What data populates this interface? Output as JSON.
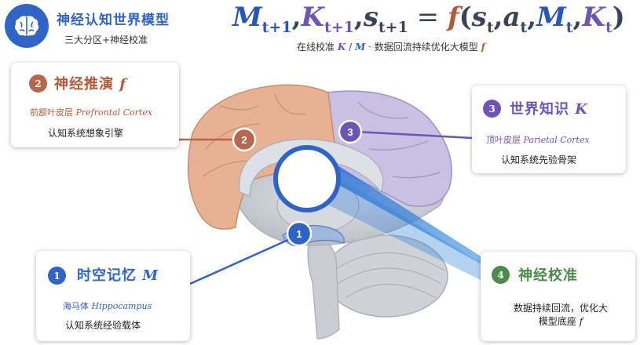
{
  "header": {
    "title": "神经认知世界模型",
    "subtitle": "三大分区+神经校准"
  },
  "formula": {
    "lhs_M": "M",
    "lhs_M_sub": "t+1",
    "lhs_K": "K",
    "lhs_K_sub": "t+1",
    "lhs_s": "s",
    "lhs_s_sub": "t+1",
    "equals": "=",
    "f": "f",
    "open": "(",
    "rhs_s": "s",
    "rhs_s_sub": "t",
    "rhs_a": "a",
    "rhs_a_sub": "t",
    "rhs_M": "M",
    "rhs_M_sub": "t",
    "rhs_K": "K",
    "rhs_K_sub": "t",
    "close": ")",
    "comma": ",",
    "caption_prefix": "在线校准",
    "caption_K": "K",
    "caption_slash": "/",
    "caption_M": "M",
    "caption_mid": "· 数据回流持续优化大模型",
    "caption_f": "f"
  },
  "regions": {
    "inference": {
      "number": "2",
      "title": "神经推演",
      "symbol": "f",
      "sub_cn": "前额叶皮层",
      "sub_en": "Prefrontal Cortex",
      "desc": "认知系统想象引擎"
    },
    "knowledge": {
      "number": "3",
      "title": "世界知识",
      "symbol": "K",
      "sub_cn": "顶叶皮层",
      "sub_en": "Parietal Cortex",
      "desc": "认知系统先验骨架"
    },
    "memory": {
      "number": "1",
      "title": "时空记忆",
      "symbol": "M",
      "sub_cn": "海马体",
      "sub_en": "Hippocampus",
      "desc": "认知系统经验载体"
    },
    "calibration": {
      "number": "4",
      "title": "神经校准",
      "desc_line1": "数据持续回流，优化大",
      "desc_line2": "模型底座",
      "symbol": "f"
    }
  },
  "brain_markers": [
    "2",
    "3",
    "1"
  ],
  "colors": {
    "blue": "#2f63c6",
    "purple": "#6d55b5",
    "orange": "#b35a3a",
    "green": "#4e8a4a"
  },
  "icons": [
    "brain-icon"
  ]
}
